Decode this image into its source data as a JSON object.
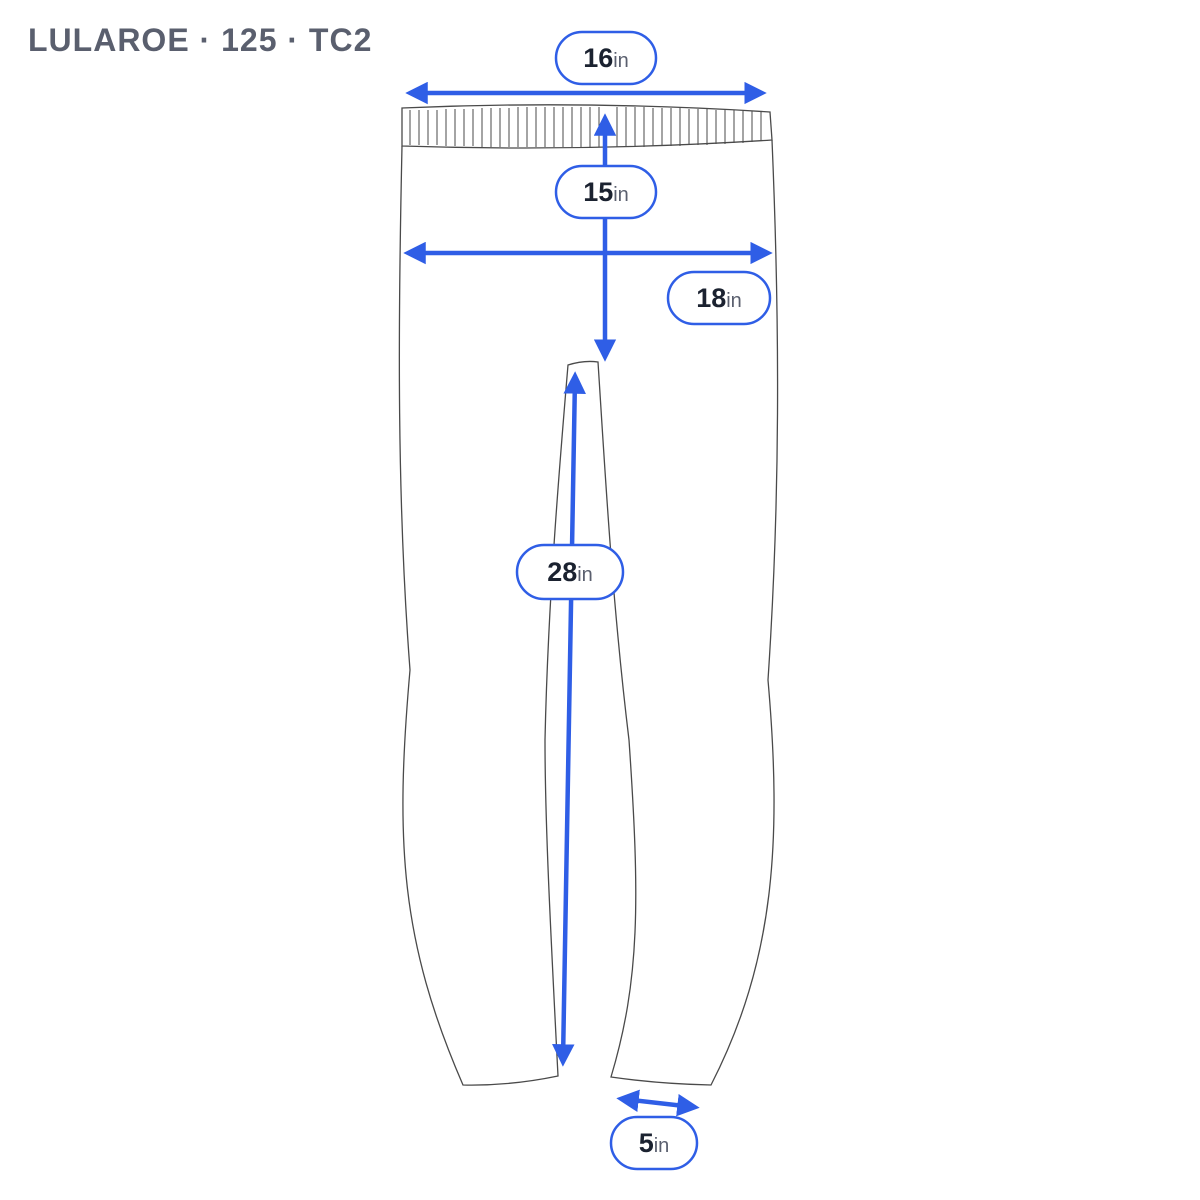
{
  "header": {
    "title": "LULAROE · 125 · TC2"
  },
  "colors": {
    "accent": "#2f5ee6",
    "outline": "#4a4a4a",
    "text": "#1b2230",
    "muted": "#5a5f6e"
  },
  "measurements": {
    "waist_width": {
      "value": "16",
      "unit": "in"
    },
    "front_rise": {
      "value": "15",
      "unit": "in"
    },
    "hip_width": {
      "value": "18",
      "unit": "in"
    },
    "inseam": {
      "value": "28",
      "unit": "in"
    },
    "leg_opening": {
      "value": "5",
      "unit": "in"
    }
  }
}
